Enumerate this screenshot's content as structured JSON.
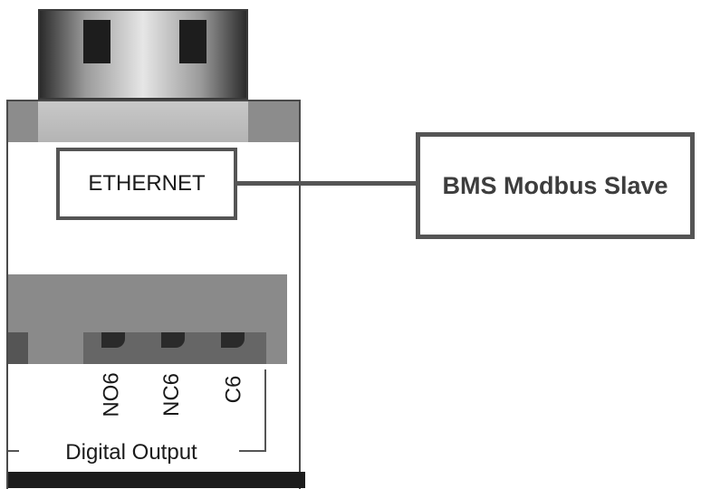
{
  "module": {
    "ethernet_label": "ETHERNET",
    "terminals": [
      {
        "label": "NO6"
      },
      {
        "label": "NC6"
      },
      {
        "label": "C6"
      }
    ],
    "group_label": "Digital Output"
  },
  "bms": {
    "label": "BMS Modbus Slave"
  },
  "colors": {
    "frame": "#555555",
    "terminal_block": "#8a8a8a",
    "text": "#1a1a1a"
  },
  "icons": {
    "connector": "rj45-connector-icon"
  }
}
